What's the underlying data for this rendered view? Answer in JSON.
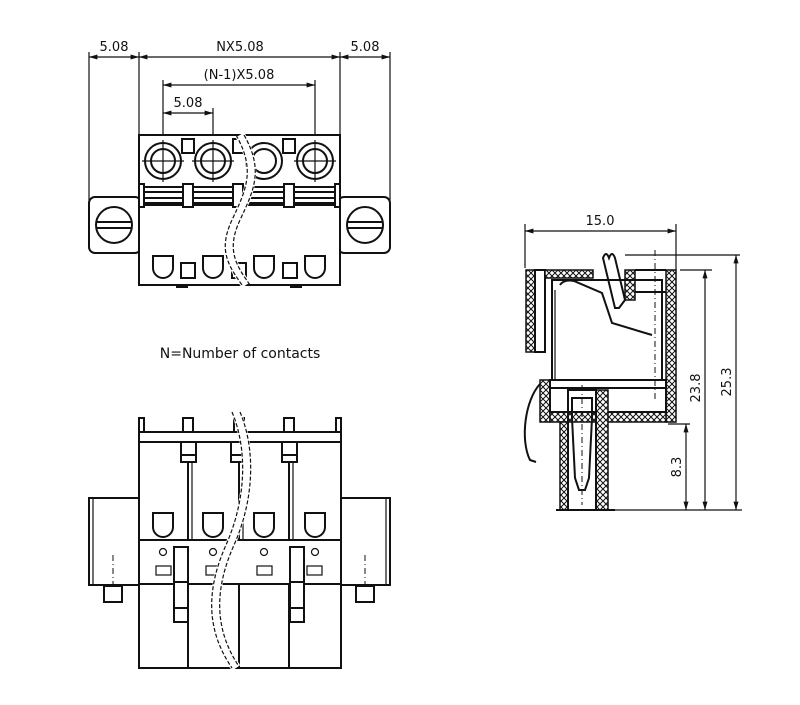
{
  "drawing": {
    "type": "connector technical drawing",
    "views": [
      "front-view",
      "side-section-view",
      "bottom-view"
    ],
    "note": "N=Number of contacts"
  },
  "dimensions": {
    "front": {
      "left_flange": "5.08",
      "overall": "NX5.08",
      "right_flange": "5.08",
      "span": "(N-1)X5.08",
      "pitch": "5.08"
    },
    "side": {
      "width": "15.0",
      "height_body": "23.8",
      "height_total": "25.3",
      "pin_height": "8.3"
    }
  },
  "front_view": {
    "contact_count": 4
  }
}
